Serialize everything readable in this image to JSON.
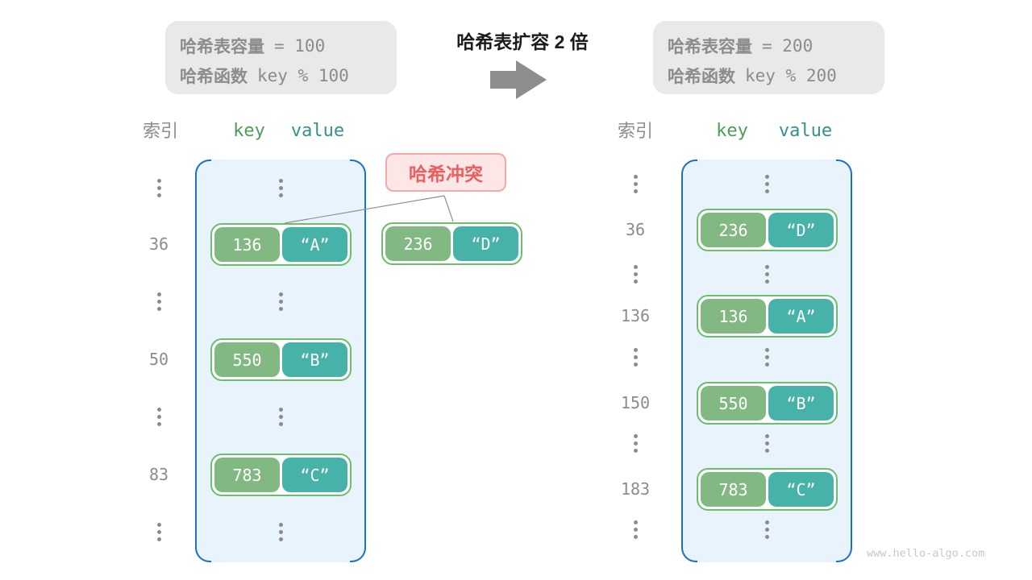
{
  "page": {
    "watermark": "www.hello-algo.com"
  },
  "header": {
    "left_info": {
      "line1_label": "哈希表容量",
      "line1_value": "= 100",
      "line2_label": "哈希函数",
      "line2_value": "key % 100"
    },
    "title": "哈希表扩容 2 倍",
    "right_info": {
      "line1_label": "哈希表容量",
      "line1_value": "= 200",
      "line2_label": "哈希函数",
      "line2_value": "key % 200"
    }
  },
  "collision_label": "哈希冲突",
  "floating_pair": {
    "key": "236",
    "value": "“D”"
  },
  "left_table": {
    "headers": {
      "index": "索引",
      "key": "key",
      "value": "value"
    },
    "rows": [
      {
        "type": "dots"
      },
      {
        "type": "pair",
        "index": "36",
        "key": "136",
        "value": "“A”"
      },
      {
        "type": "dots"
      },
      {
        "type": "pair",
        "index": "50",
        "key": "550",
        "value": "“B”"
      },
      {
        "type": "dots"
      },
      {
        "type": "pair",
        "index": "83",
        "key": "783",
        "value": "“C”"
      },
      {
        "type": "dots"
      }
    ]
  },
  "right_table": {
    "headers": {
      "index": "索引",
      "key": "key",
      "value": "value"
    },
    "rows": [
      {
        "type": "dots"
      },
      {
        "type": "pair",
        "index": "36",
        "key": "236",
        "value": "“D”"
      },
      {
        "type": "dots"
      },
      {
        "type": "pair",
        "index": "136",
        "key": "136",
        "value": "“A”"
      },
      {
        "type": "dots"
      },
      {
        "type": "pair",
        "index": "150",
        "key": "550",
        "value": "“B”"
      },
      {
        "type": "dots"
      },
      {
        "type": "pair",
        "index": "183",
        "key": "783",
        "value": "“C”"
      },
      {
        "type": "dots"
      }
    ]
  },
  "colors": {
    "page_bg": "#ffffff",
    "info_bg": "#e9e9e9",
    "gray_text": "#8c8c8c",
    "key_header_text": "#4a9e5c",
    "value_header_text": "#35918c",
    "table_bg": "#e9f3fb",
    "table_border": "#1673c4",
    "pair_border": "#6abf69",
    "key_box_bg": "#82b882",
    "value_box_bg": "#46b2a8",
    "collision_bg": "#fce6e6",
    "collision_border": "#f2a9a9",
    "collision_text": "#ea5f5f",
    "connector_line": "#909090",
    "arrow": "#8d8d8d"
  }
}
